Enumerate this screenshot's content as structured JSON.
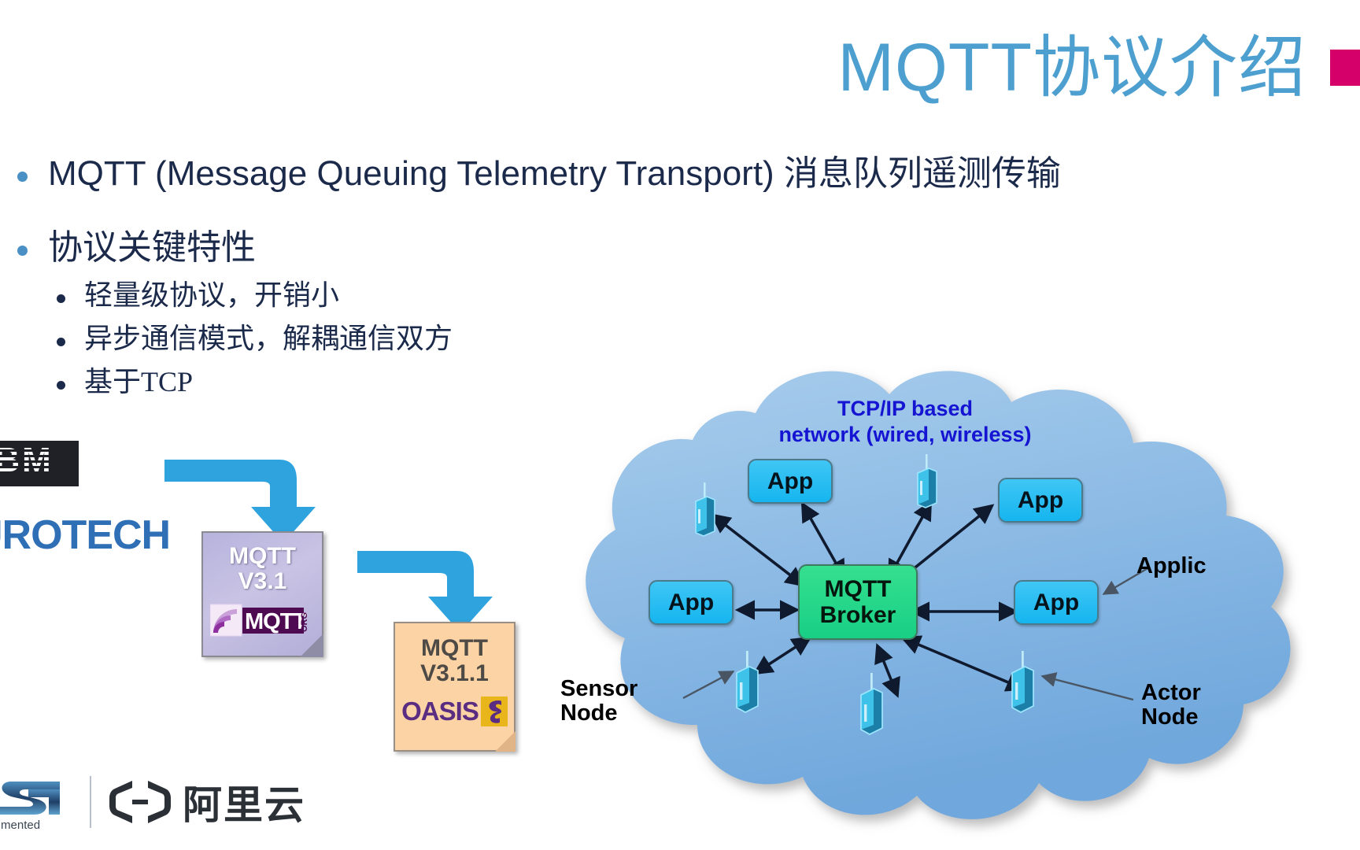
{
  "title": {
    "text": "MQTT协议介绍",
    "color": "#4c9fcf",
    "accent_color": "#d6006b"
  },
  "bullets": [
    {
      "level": 1,
      "text": "MQTT (Message Queuing Telemetry Transport) 消息队列遥测传输"
    },
    {
      "level": 1,
      "text": "协议关键特性"
    },
    {
      "level": 2,
      "text": "轻量级协议，开销小"
    },
    {
      "level": 2,
      "text": "异步通信模式，解耦通信双方"
    },
    {
      "level": 2,
      "text": "基于TCP"
    }
  ],
  "logos": {
    "ibm": "IBM",
    "eurotech": "UROTECH",
    "st_mark": "ST",
    "st_tagline": "augmented",
    "aliyun": "阿里云"
  },
  "version_cards": [
    {
      "name": "mqtt-v31-card",
      "line1": "MQTT",
      "line2": "V3.1",
      "logo": "MQTT",
      "logo_suffix": "ORG",
      "background": "#bcb7e0"
    },
    {
      "name": "mqtt-v311-card",
      "line1": "MQTT",
      "line2": "V3.1.1",
      "logo": "OASIS",
      "background": "#fbd3a5"
    }
  ],
  "cloud_diagram": {
    "caption_line1": "TCP/IP based",
    "caption_line2": "network (wired, wireless)",
    "caption_color": "#1414d2",
    "broker": {
      "line1": "MQTT",
      "line2": "Broker",
      "color": "#18cf85"
    },
    "apps": [
      {
        "label": "App"
      },
      {
        "label": "App"
      },
      {
        "label": "App"
      },
      {
        "label": "App"
      }
    ],
    "app_color": "#16b5ef",
    "callouts": {
      "sensor_line1": "Sensor",
      "sensor_line2": "Node",
      "actor_line1": "Actor",
      "actor_line2": "Node",
      "application": "Applic"
    }
  }
}
